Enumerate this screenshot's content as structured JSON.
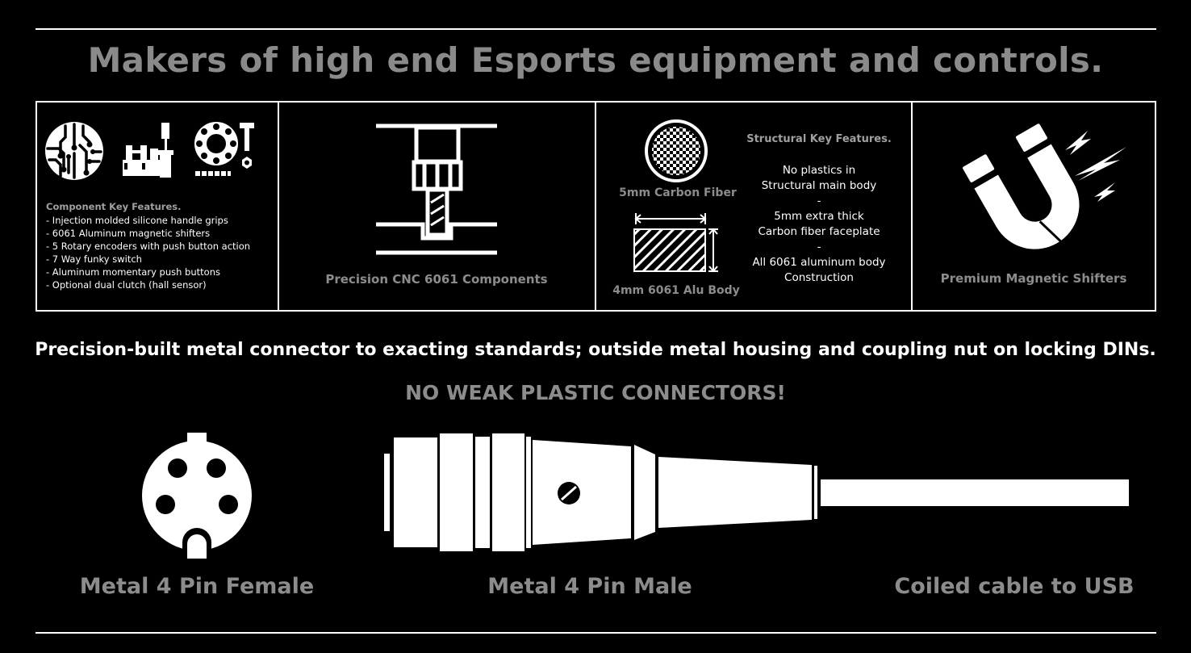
{
  "header": {
    "title": "Makers of high end Esports equipment and controls."
  },
  "panel_components": {
    "icons": [
      "circuit-board-icon",
      "machine-vise-icon",
      "flange-bolt-nut-icon"
    ],
    "features_title": "Component Key Features.",
    "features": [
      "- Injection molded silicone handle grips",
      "- 6061 Aluminum magnetic shifters",
      "- 5 Rotary encoders with push button action",
      "- 7 Way funky switch",
      "- Aluminum momentary push buttons",
      "- Optional dual clutch (hall sensor)"
    ]
  },
  "panel_cnc": {
    "icon": "cnc-mill-icon",
    "caption": "Precision CNC 6061 Components"
  },
  "panel_structure": {
    "carbon_icon": "carbon-fiber-icon",
    "carbon_caption": "5mm Carbon Fiber",
    "alu_icon": "aluminum-block-icon",
    "alu_caption": "4mm 6061 Alu Body",
    "title": "Structural Key Features.",
    "lines": [
      "No plastics in",
      "Structural main body",
      "-",
      "5mm extra thick",
      "Carbon fiber faceplate",
      "-",
      "All 6061 aluminum body",
      "Construction"
    ]
  },
  "panel_magnet": {
    "icon": "magnet-icon",
    "caption": "Premium Magnetic Shifters"
  },
  "connectors": {
    "tagline": "Precision-built metal connector to exacting standards; outside metal housing and coupling nut on locking DINs.",
    "warning": "NO WEAK PLASTIC CONNECTORS!",
    "female_icon": "din-female-socket-icon",
    "female_label": "Metal 4 Pin Female",
    "male_icon": "din-male-plug-icon",
    "male_label": "Metal 4 Pin Male",
    "cable_label": "Coiled cable to USB"
  }
}
